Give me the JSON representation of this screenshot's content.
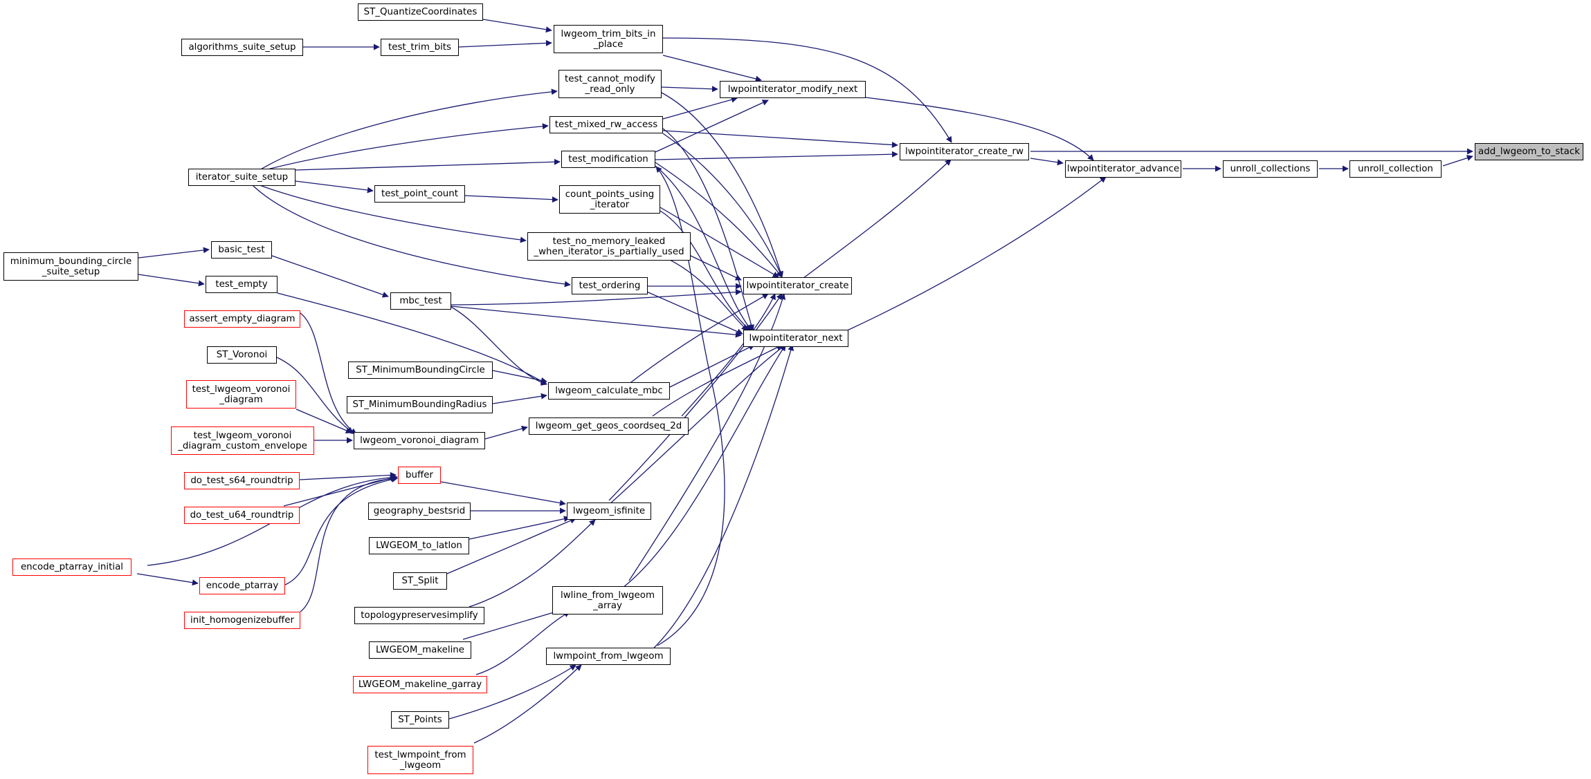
{
  "colors": {
    "edge": "#191970",
    "node_border": "#000000",
    "node_border_truncated": "#ff0000",
    "root_fill": "#bfbfbf"
  },
  "nodes": {
    "add_lwgeom_to_stack": "add_lwgeom_to_stack",
    "unroll_collection": "unroll_collection",
    "unroll_collections": "unroll_collections",
    "lwpointiterator_advance": "lwpointiterator_advance",
    "lwpointiterator_create_rw": "lwpointiterator_create_rw",
    "lwpointiterator_modify_next": "lwpointiterator_modify_next",
    "lwpointiterator_create": "lwpointiterator_create",
    "lwpointiterator_next": "lwpointiterator_next",
    "lwgeom_trim_bits_in_place": "lwgeom_trim_bits_in\n_place",
    "st_quantizecoordinates": "ST_QuantizeCoordinates",
    "test_trim_bits": "test_trim_bits",
    "algorithms_suite_setup": "algorithms_suite_setup",
    "test_cannot_modify_read_only": "test_cannot_modify\n_read_only",
    "test_mixed_rw_access": "test_mixed_rw_access",
    "test_modification": "test_modification",
    "iterator_suite_setup": "iterator_suite_setup",
    "test_point_count": "test_point_count",
    "count_points_using_iterator": "count_points_using\n_iterator",
    "test_no_memory_leaked": "test_no_memory_leaked\n_when_iterator_is_partially_used",
    "test_ordering": "test_ordering",
    "minimum_bounding_circle_suite_setup": "minimum_bounding_circle\n_suite_setup",
    "basic_test": "basic_test",
    "test_empty": "test_empty",
    "mbc_test": "mbc_test",
    "assert_empty_diagram": "assert_empty_diagram",
    "st_voronoi": "ST_Voronoi",
    "test_lwgeom_voronoi_diagram": "test_lwgeom_voronoi\n_diagram",
    "test_lwgeom_voronoi_diagram_custom_envelope": "test_lwgeom_voronoi\n_diagram_custom_envelope",
    "st_minimumboundingcircle": "ST_MinimumBoundingCircle",
    "st_minimumboundingradius": "ST_MinimumBoundingRadius",
    "lwgeom_calculate_mbc": "lwgeom_calculate_mbc",
    "lwgeom_voronoi_diagram": "lwgeom_voronoi_diagram",
    "lwgeom_get_geos_coordseq_2d": "lwgeom_get_geos_coordseq_2d",
    "do_test_s64_roundtrip": "do_test_s64_roundtrip",
    "do_test_u64_roundtrip": "do_test_u64_roundtrip",
    "buffer": "buffer",
    "geography_bestsrid": "geography_bestsrid",
    "lwgeom_isfinite": "lwgeom_isfinite",
    "lwgeom_to_latlon": "LWGEOM_to_latlon",
    "encode_ptarray_initial": "encode_ptarray_initial",
    "encode_ptarray": "encode_ptarray",
    "st_split": "ST_Split",
    "topologypreservesimplify": "topologypreservesimplify",
    "init_homogenizebuffer": "init_homogenizebuffer",
    "lwline_from_lwgeom_array": "lwline_from_lwgeom\n_array",
    "lwgeom_makeline": "LWGEOM_makeline",
    "lwmpoint_from_lwgeom": "lwmpoint_from_lwgeom",
    "lwgeom_makeline_garray": "LWGEOM_makeline_garray",
    "st_points": "ST_Points",
    "test_lwmpoint_from_lwgeom": "test_lwmpoint_from\n_lwgeom"
  }
}
